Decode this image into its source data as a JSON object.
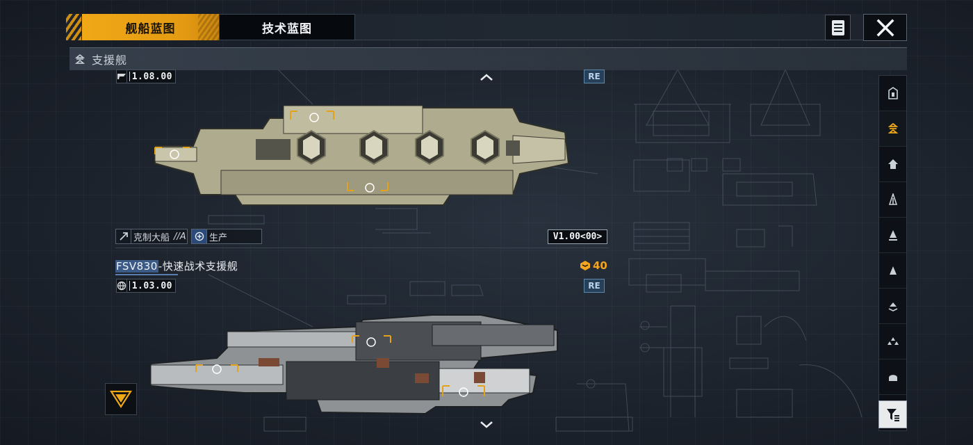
{
  "tabs": [
    {
      "label": "舰船蓝图",
      "active": true
    },
    {
      "label": "技术蓝图",
      "active": false
    }
  ],
  "category": {
    "title": "支援舰",
    "icon": "support-ship-icon"
  },
  "ships": [
    {
      "version": "1.08.00",
      "re_badge": "RE",
      "tags": [
        {
          "label": "克制大船",
          "suffix": "//A",
          "icon": "counter-icon"
        },
        {
          "label": "生产",
          "icon": "production-icon"
        }
      ],
      "blueprint_version": "V1.00<00>",
      "hull_color": "#b6b498"
    },
    {
      "name_highlight": "FSV830",
      "name_rest": "-快速战术支援舰",
      "cost": "40",
      "version": "1.03.00",
      "re_badge": "RE",
      "hull_color": "#a3a6a8"
    }
  ],
  "rail": {
    "items": [
      {
        "icon": "carrier-icon",
        "active": false
      },
      {
        "icon": "support-ship-icon",
        "active": true
      },
      {
        "icon": "battleship-icon",
        "active": false
      },
      {
        "icon": "cruiser-icon",
        "active": false
      },
      {
        "icon": "destroyer-icon",
        "active": false
      },
      {
        "icon": "frigate-icon",
        "active": false
      },
      {
        "icon": "corvette-icon",
        "active": false
      },
      {
        "icon": "fighter-icon",
        "active": false
      },
      {
        "icon": "utility-icon",
        "active": false
      }
    ]
  },
  "colors": {
    "accent": "#f0a817",
    "re_badge": "#254058",
    "name_highlight": "#3b5a86",
    "cost": "#f3a51f"
  }
}
